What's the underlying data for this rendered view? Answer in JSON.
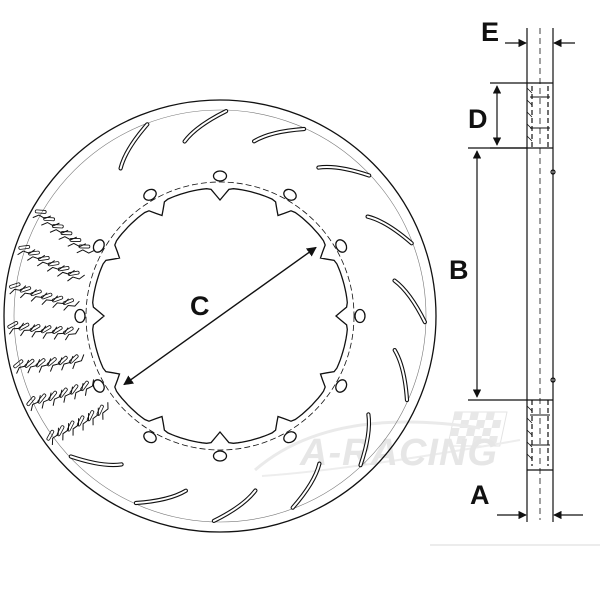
{
  "labels": {
    "A": "A",
    "B": "B",
    "C": "C",
    "D": "D",
    "E": "E"
  },
  "watermark": {
    "text": "A-RACING"
  },
  "colors": {
    "line": "#111111",
    "watermark": "#e4e4e4",
    "background": "#ffffff"
  }
}
